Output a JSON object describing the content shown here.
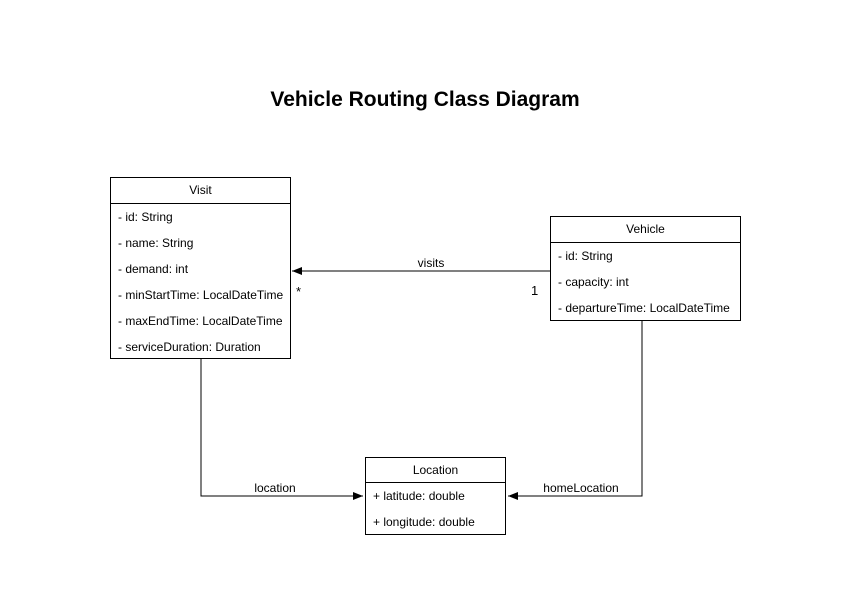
{
  "title": "Vehicle Routing Class Diagram",
  "diagram": {
    "classes": {
      "visit": {
        "name": "Visit",
        "attributes": [
          "- id: String",
          "- name: String",
          "- demand: int",
          "- minStartTime: LocalDateTime",
          "- maxEndTime: LocalDateTime",
          "- serviceDuration: Duration"
        ]
      },
      "vehicle": {
        "name": "Vehicle",
        "attributes": [
          "- id: String",
          "- capacity: int",
          "- departureTime: LocalDateTime"
        ]
      },
      "location": {
        "name": "Location",
        "attributes": [
          "+ latitude: double",
          "+ longitude: double"
        ]
      }
    },
    "associations": {
      "visits": {
        "label": "visits",
        "from": "Vehicle",
        "to": "Visit",
        "source_multiplicity": "1",
        "target_multiplicity": "*"
      },
      "location": {
        "label": "location",
        "from": "Visit",
        "to": "Location"
      },
      "home_location": {
        "label": "homeLocation",
        "from": "Vehicle",
        "to": "Location"
      }
    },
    "colors": {
      "line": "#000000",
      "text": "#000000",
      "box_fill": "#ffffff",
      "background": "#ffffff"
    }
  }
}
